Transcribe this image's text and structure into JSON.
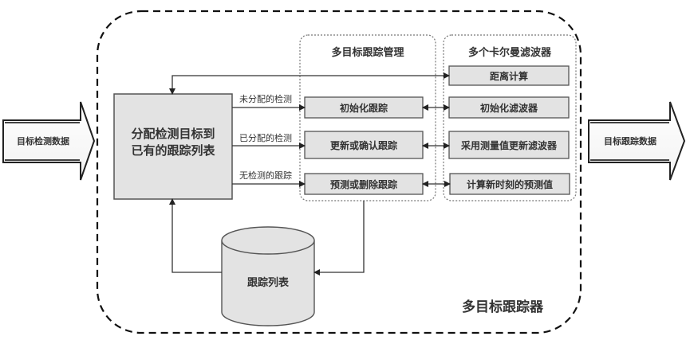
{
  "input_arrow": {
    "label": "目标检测数据"
  },
  "output_arrow": {
    "label": "目标跟踪数据"
  },
  "tracker": {
    "label": "多目标跟踪器"
  },
  "assign_box": {
    "line1": "分配检测目标到",
    "line2": "已有的跟踪列表"
  },
  "edges": {
    "unassigned": "未分配的检测",
    "assigned": "已分配的检测",
    "no_detection": "无检测的跟踪"
  },
  "management": {
    "title": "多目标跟踪管理",
    "items": [
      "初始化跟踪",
      "更新或确认跟踪",
      "预测或删除跟踪"
    ]
  },
  "filters": {
    "title": "多个卡尔曼滤波器",
    "items": [
      "距离计算",
      "初始化滤波器",
      "采用测量值更新滤波器",
      "计算新时刻的预测值"
    ]
  },
  "track_list": {
    "label": "跟踪列表"
  },
  "colors": {
    "box_fill": "#e3e3e3",
    "stroke": "#555555",
    "dash": "#111111"
  }
}
